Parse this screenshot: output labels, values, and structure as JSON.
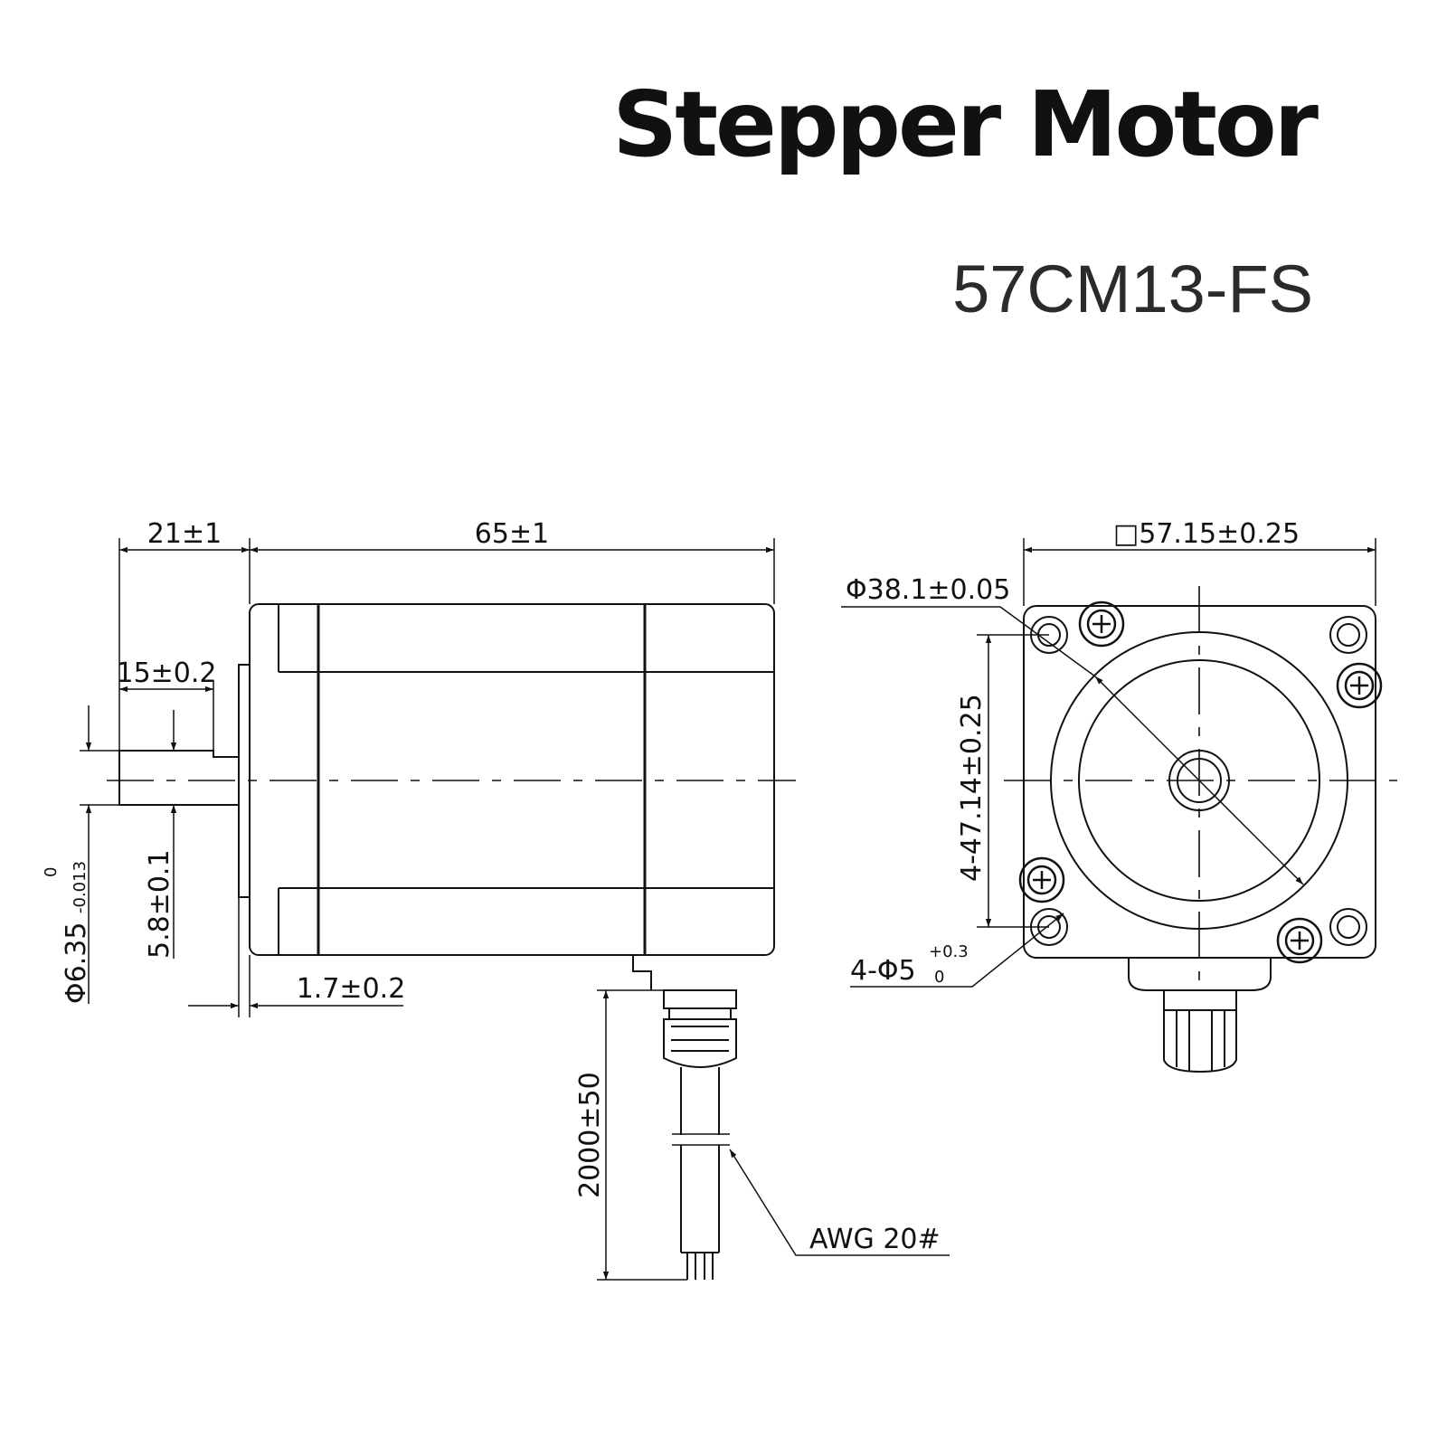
{
  "header": {
    "title": "Stepper Motor",
    "model": "57CM13-FS"
  },
  "side_view": {
    "shaft_length": "21±1",
    "body_length": "65±1",
    "flat_length": "15±0.2",
    "flange_thickness": "1.7±0.2",
    "flat_depth": "5.8±0.1",
    "shaft_diameter": "Φ6.35",
    "shaft_tol_upper": "0",
    "shaft_tol_lower": "-0.013",
    "lead_length": "2000±50",
    "wire_gauge": "AWG 20#"
  },
  "front_view": {
    "frame_size": "□57.15±0.25",
    "pilot_diameter": "Φ38.1±0.05",
    "hole_spacing": "4-47.14±0.25",
    "mount_holes": "4-Φ5",
    "mount_tol_upper": "+0.3",
    "mount_tol_lower": "0"
  }
}
